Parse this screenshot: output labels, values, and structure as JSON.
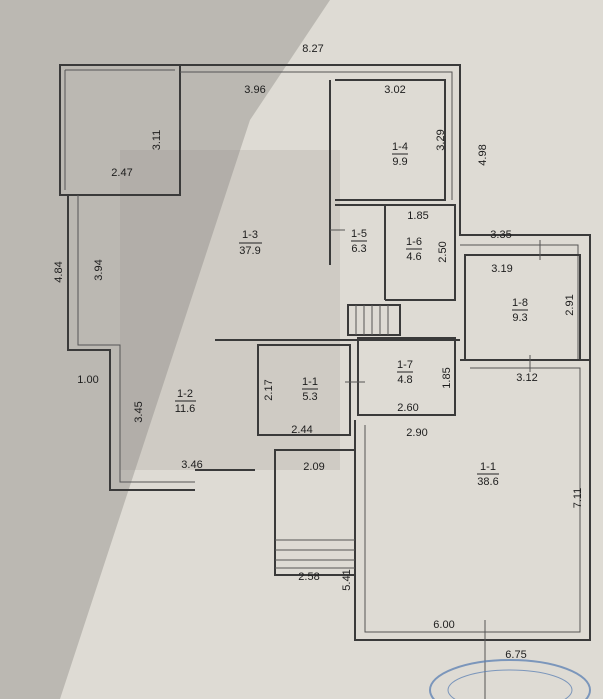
{
  "plan": {
    "overall_width": "8.27",
    "dimensions": {
      "top_left": "3.96",
      "top_right": "3.02",
      "left_tall": "4.84",
      "left_mid": "3.94",
      "corner_left": "3.11",
      "corner_bottom": "2.47",
      "r14_height": "3.29",
      "right_outer": "4.98",
      "r16_width": "1.85",
      "r16_height": "2.50",
      "east_top": "3.35",
      "r18_width": "3.19",
      "r18_height": "2.91",
      "left_step": "1.00",
      "r12_height": "3.45",
      "r12_width": "3.46",
      "r11_height": "2.17",
      "r11_width": "2.44",
      "r17_height": "1.85",
      "r17_width": "2.60",
      "east_mid": "3.12",
      "big_top": "2.90",
      "porch_width": "2.09",
      "big_height": "7.11",
      "porch_bottom": "2.58",
      "porch_height": "5.41",
      "big_bottom": "6.00",
      "bottom_outer": "6.75"
    },
    "rooms": {
      "r13": {
        "id": "1-3",
        "area": "37.9"
      },
      "r14": {
        "id": "1-4",
        "area": "9.9"
      },
      "r15": {
        "id": "1-5",
        "area": "6.3"
      },
      "r16": {
        "id": "1-6",
        "area": "4.6"
      },
      "r18": {
        "id": "1-8",
        "area": "9.3"
      },
      "r12": {
        "id": "1-2",
        "area": "11.6"
      },
      "r11a": {
        "id": "1-1",
        "area": "5.3"
      },
      "r17": {
        "id": "1-7",
        "area": "4.8"
      },
      "r11b": {
        "id": "1-1",
        "area": "38.6"
      }
    }
  }
}
